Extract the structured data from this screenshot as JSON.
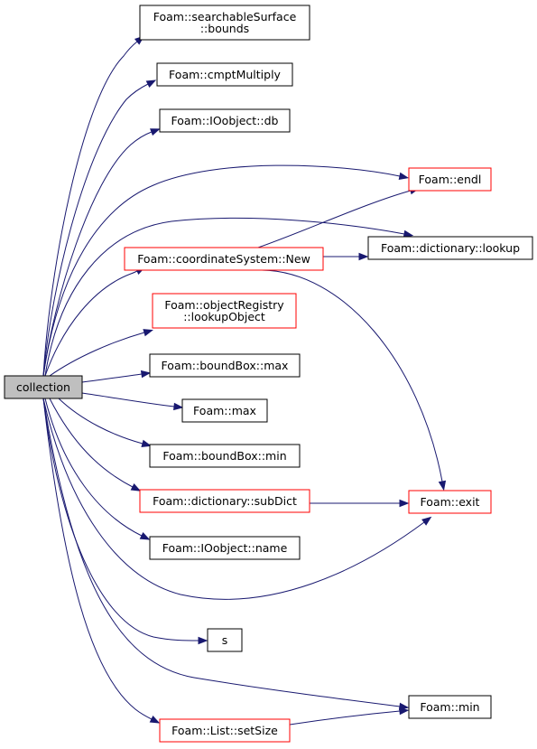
{
  "colors": {
    "edge": "#191970",
    "node_border_default": "#000000",
    "node_border_truncated": "#ff0000",
    "root_fill": "#bfbfbf",
    "node_fill": "#ffffff"
  },
  "nodes": [
    {
      "id": "collection",
      "lines": [
        "collection"
      ],
      "style": "root"
    },
    {
      "id": "searchableSurface_bounds",
      "lines": [
        "Foam::searchableSurface",
        "::bounds"
      ],
      "style": "default"
    },
    {
      "id": "cmptMultiply",
      "lines": [
        "Foam::cmptMultiply"
      ],
      "style": "default"
    },
    {
      "id": "IOobject_db",
      "lines": [
        "Foam::IOobject::db"
      ],
      "style": "default"
    },
    {
      "id": "endl",
      "lines": [
        "Foam::endl"
      ],
      "style": "truncated"
    },
    {
      "id": "dictionary_lookup",
      "lines": [
        "Foam::dictionary::lookup"
      ],
      "style": "default"
    },
    {
      "id": "coordinateSystem_New",
      "lines": [
        "Foam::coordinateSystem::New"
      ],
      "style": "truncated"
    },
    {
      "id": "objectRegistry_lookupObject",
      "lines": [
        "Foam::objectRegistry",
        "::lookupObject"
      ],
      "style": "truncated"
    },
    {
      "id": "boundBox_max",
      "lines": [
        "Foam::boundBox::max"
      ],
      "style": "default"
    },
    {
      "id": "max",
      "lines": [
        "Foam::max"
      ],
      "style": "default"
    },
    {
      "id": "boundBox_min",
      "lines": [
        "Foam::boundBox::min"
      ],
      "style": "default"
    },
    {
      "id": "dictionary_subDict",
      "lines": [
        "Foam::dictionary::subDict"
      ],
      "style": "truncated"
    },
    {
      "id": "exit",
      "lines": [
        "Foam::exit"
      ],
      "style": "truncated"
    },
    {
      "id": "IOobject_name",
      "lines": [
        "Foam::IOobject::name"
      ],
      "style": "default"
    },
    {
      "id": "s",
      "lines": [
        "s"
      ],
      "style": "default"
    },
    {
      "id": "min",
      "lines": [
        "Foam::min"
      ],
      "style": "default"
    },
    {
      "id": "List_setSize",
      "lines": [
        "Foam::List::setSize"
      ],
      "style": "truncated"
    }
  ],
  "edges": [
    {
      "from": "collection",
      "to": "searchableSurface_bounds"
    },
    {
      "from": "collection",
      "to": "cmptMultiply"
    },
    {
      "from": "collection",
      "to": "IOobject_db"
    },
    {
      "from": "collection",
      "to": "endl"
    },
    {
      "from": "collection",
      "to": "dictionary_lookup"
    },
    {
      "from": "collection",
      "to": "coordinateSystem_New"
    },
    {
      "from": "collection",
      "to": "objectRegistry_lookupObject"
    },
    {
      "from": "collection",
      "to": "boundBox_max"
    },
    {
      "from": "collection",
      "to": "max"
    },
    {
      "from": "collection",
      "to": "boundBox_min"
    },
    {
      "from": "collection",
      "to": "dictionary_subDict"
    },
    {
      "from": "collection",
      "to": "IOobject_name"
    },
    {
      "from": "collection",
      "to": "exit"
    },
    {
      "from": "collection",
      "to": "s"
    },
    {
      "from": "collection",
      "to": "min"
    },
    {
      "from": "collection",
      "to": "List_setSize"
    },
    {
      "from": "coordinateSystem_New",
      "to": "endl"
    },
    {
      "from": "coordinateSystem_New",
      "to": "dictionary_lookup"
    },
    {
      "from": "coordinateSystem_New",
      "to": "exit"
    },
    {
      "from": "dictionary_subDict",
      "to": "exit"
    },
    {
      "from": "List_setSize",
      "to": "min"
    }
  ]
}
